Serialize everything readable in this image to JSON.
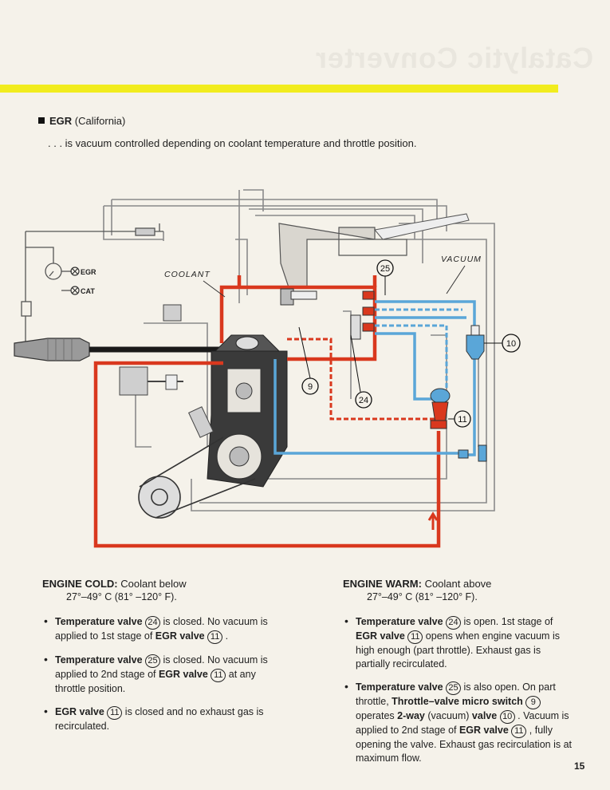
{
  "header": {
    "ghost_title": "Catalytic Converter"
  },
  "section": {
    "title_bold": "EGR",
    "title_rest": "(California)",
    "intro": ". . . is vacuum controlled depending on coolant temperature and throttle position."
  },
  "diagram": {
    "label_coolant": "COOLANT",
    "label_vacuum": "VACUUM",
    "label_egr": "EGR",
    "label_cat": "CAT",
    "callouts": [
      "9",
      "10",
      "11",
      "24",
      "25"
    ],
    "colors": {
      "coolant": "#d9381e",
      "vacuum": "#5aa6d8",
      "line": "#8a8a8a"
    }
  },
  "cold": {
    "title_bold": "ENGINE COLD:",
    "title_rest": " Coolant below",
    "range": "27°–49° C (81° –120° F).",
    "b1_a": "Temperature valve",
    "b1_n1": "24",
    "b1_b": " is closed. No vacuum is applied to 1st stage of ",
    "b1_c": "EGR valve",
    "b1_n2": "11",
    "b1_d": " .",
    "b2_a": "Temperature valve",
    "b2_n1": "25",
    "b2_b": " is closed. No vacuum is applied to 2nd stage of ",
    "b2_c": "EGR valve",
    "b2_n2": "11",
    "b2_d": " at any throttle position.",
    "b3_a": "EGR valve",
    "b3_n1": "11",
    "b3_b": " is closed and no exhaust gas is recirculated."
  },
  "warm": {
    "title_bold": "ENGINE WARM:",
    "title_rest": " Coolant above",
    "range": "27°–49° C (81° –120° F).",
    "b1_a": "Temperature valve",
    "b1_n1": "24",
    "b1_b": " is open. 1st stage of ",
    "b1_c": "EGR valve",
    "b1_n2": "11",
    "b1_d": " opens when engine vacuum is high enough (part throttle). Exhaust gas is partially recirculated.",
    "b2_a": "Temperature valve",
    "b2_n1": "25",
    "b2_b": " is also open. On part throttle, ",
    "b2_c": "Throttle–valve micro switch",
    "b2_n2": "9",
    "b2_d": "operates ",
    "b2_e": "2-way",
    "b2_f": " (vacuum) ",
    "b2_g": "valve",
    "b2_n3": "10",
    "b2_h": " . Vacuum is applied to 2nd stage of ",
    "b2_i": "EGR valve",
    "b2_n4": "11",
    "b2_j": " , fully opening the valve. Exhaust gas recirculation is at maximum flow."
  },
  "page_number": "15"
}
